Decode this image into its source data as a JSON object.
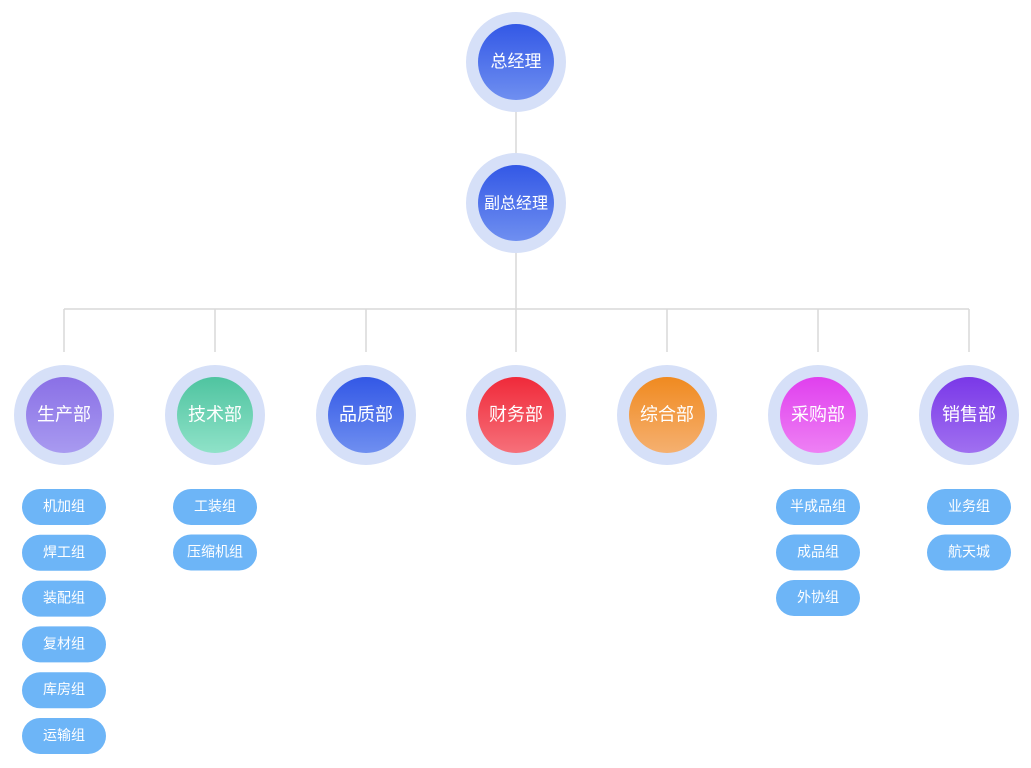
{
  "top": [
    {
      "label": "总经理",
      "grad": [
        "#3358e6",
        "#6f8ff0"
      ]
    },
    {
      "label": "副总经理",
      "grad": [
        "#3358e6",
        "#6f8ff0"
      ]
    }
  ],
  "departments": [
    {
      "label": "生产部",
      "grad": [
        "#8a70e6",
        "#a89af0"
      ],
      "groups": [
        "机加组",
        "焊工组",
        "装配组",
        "复材组",
        "库房组",
        "运输组"
      ]
    },
    {
      "label": "技术部",
      "grad": [
        "#4fc4a0",
        "#8fe2c8"
      ],
      "groups": [
        "工装组",
        "压缩机组"
      ]
    },
    {
      "label": "品质部",
      "grad": [
        "#3358e6",
        "#6f8ff0"
      ],
      "groups": []
    },
    {
      "label": "财务部",
      "grad": [
        "#f02a3a",
        "#f6707a"
      ],
      "groups": []
    },
    {
      "label": "综合部",
      "grad": [
        "#f08a20",
        "#f5b070"
      ],
      "groups": []
    },
    {
      "label": "采购部",
      "grad": [
        "#e040ee",
        "#ee80f4"
      ],
      "groups": [
        "半成品组",
        "成品组",
        "外协组"
      ]
    },
    {
      "label": "销售部",
      "grad": [
        "#7a38e8",
        "#a070f0"
      ],
      "groups": [
        "业务组",
        "航天城"
      ]
    }
  ],
  "colors": {
    "halo": "#d6e0f8",
    "connector": "#d9d9d9",
    "pill": "#6db5f7"
  }
}
